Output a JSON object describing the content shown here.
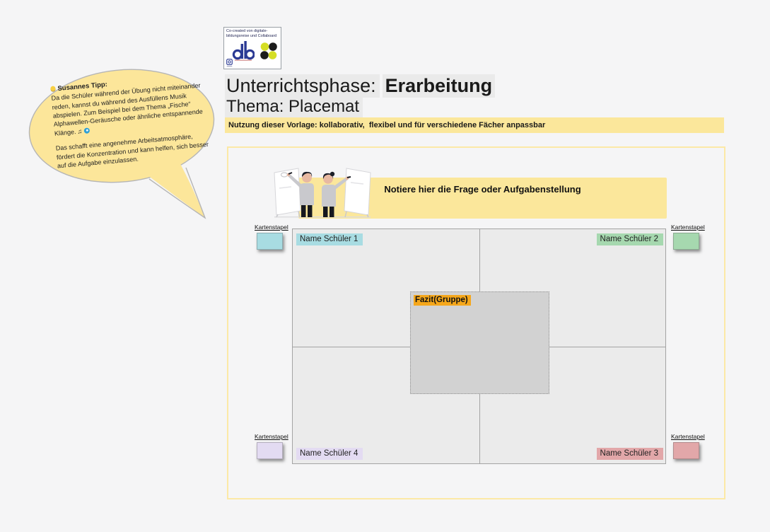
{
  "window": {
    "background": "#f5f5f6"
  },
  "tip_bubble": {
    "icon": "lightbulb-icon",
    "title": "Susannes Tipp:",
    "paragraph1": "Da die Schüler während der Übung nicht miteinander reden, kannst du während des Ausfüllens Musik abspielen. Zum Beispiel bei dem Thema „Fische“ Alphawellen-Geräusche oder ähnliche entspannende Klänge.",
    "music_icon": "♫",
    "blue_dot_color": "#2e9fd6",
    "paragraph2": "Das schafft eine angenehme Arbeitsatmosphäre, fördert die Konzentration und kann helfen, sich besser auf die Aufgabe einzulassen.",
    "fill": "#fce69a",
    "border": "#b5b5b5"
  },
  "logo_box": {
    "caption": "Co-created von digitale-bildungsreise und Collaboard",
    "db_logo_color": "#2b3a94",
    "collaboard_yellow": "#d5de25",
    "collaboard_black": "#1c1c1c"
  },
  "header": {
    "phase_label": "Unterrichtsphase:",
    "phase_value": "Erarbeitung",
    "topic": "Thema: Placemat",
    "usage_banner": "Nutzung dieser Vorlage: kollaborativ,  flexibel und für verschiedene Fächer anpassbar",
    "banner_bg": "#fbe79b"
  },
  "board": {
    "task_prompt": "Notiere hier die Frage oder Aufgabenstellung",
    "task_bg": "#fbe79b",
    "fazit": {
      "label": "Fazit(Gruppe)",
      "highlight": "#f5a71b"
    },
    "students": [
      {
        "label": "Name Schüler 1",
        "color": "#a8dce2",
        "position": "top-left"
      },
      {
        "label": "Name Schüler 2",
        "color": "#a6d8af",
        "position": "top-right"
      },
      {
        "label": "Name Schüler 3",
        "color": "#e2a7a9",
        "position": "bottom-right"
      },
      {
        "label": "Name Schüler 4",
        "color": "#e3dbf2",
        "position": "bottom-left"
      }
    ],
    "stacks": [
      {
        "label": "Kartenstapel",
        "color": "#a8dce2",
        "position": "top-left"
      },
      {
        "label": "Kartenstapel",
        "color": "#a6d8af",
        "position": "top-right"
      },
      {
        "label": "Kartenstapel",
        "color": "#e3dbf2",
        "position": "bottom-left"
      },
      {
        "label": "Kartenstapel",
        "color": "#e2a7a9",
        "position": "bottom-right"
      }
    ]
  }
}
